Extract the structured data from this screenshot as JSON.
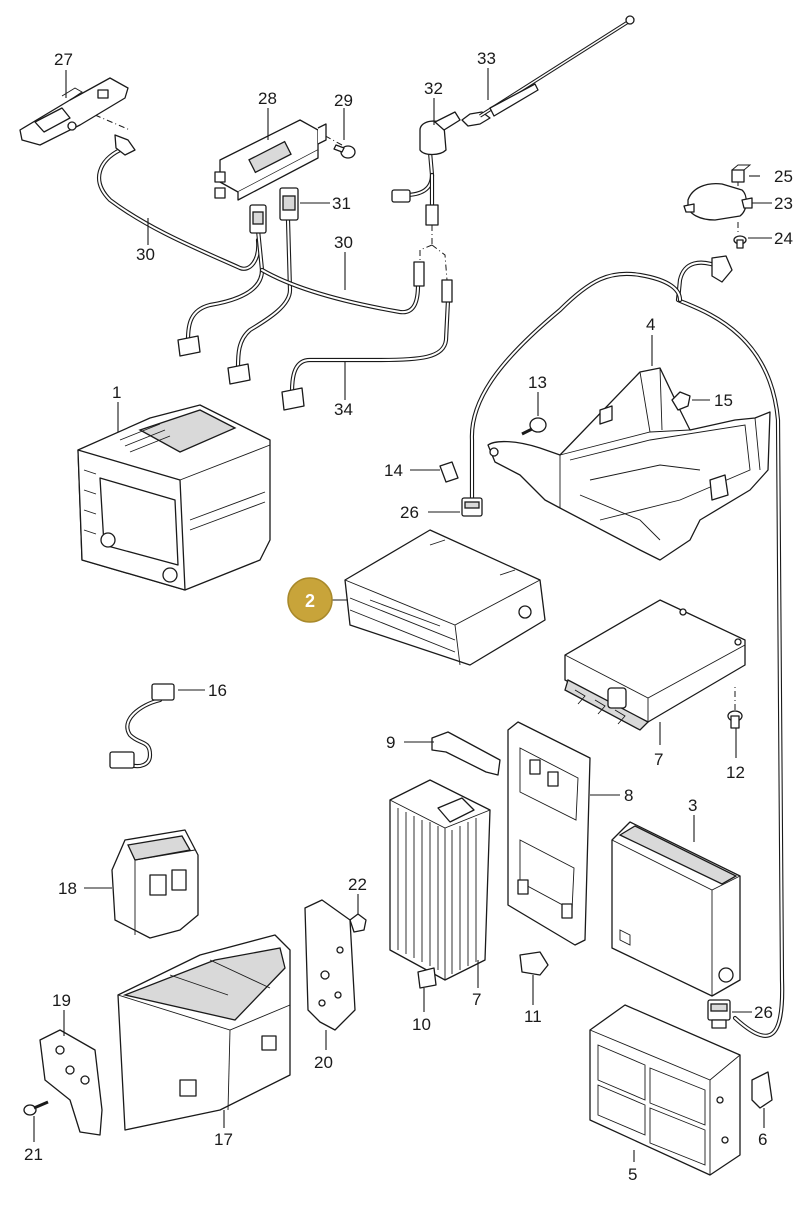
{
  "diagram": {
    "highlight_color": "#c8a43a",
    "callouts": {
      "c1": "1",
      "c2": "2",
      "c3": "3",
      "c4": "4",
      "c5": "5",
      "c6": "6",
      "c7a": "7",
      "c7b": "7",
      "c8": "8",
      "c9": "9",
      "c10": "10",
      "c11": "11",
      "c12": "12",
      "c13": "13",
      "c14": "14",
      "c15": "15",
      "c16": "16",
      "c17": "17",
      "c18": "18",
      "c19": "19",
      "c20": "20",
      "c21": "21",
      "c22": "22",
      "c23": "23",
      "c24": "24",
      "c25": "25",
      "c26a": "26",
      "c26b": "26",
      "c27": "27",
      "c28": "28",
      "c29": "29",
      "c30a": "30",
      "c30b": "30",
      "c31": "31",
      "c32": "32",
      "c33": "33",
      "c34": "34"
    }
  }
}
